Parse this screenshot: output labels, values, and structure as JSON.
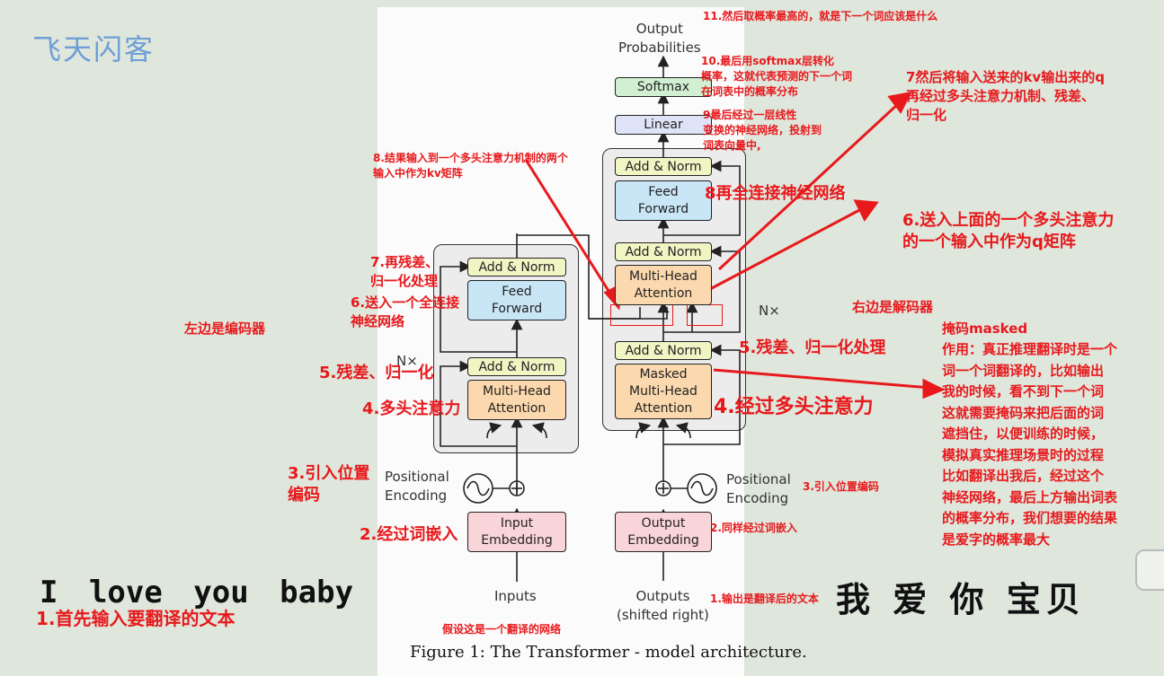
{
  "watermark": "飞天闪客",
  "diagram": {
    "caption": "Figure 1: The Transformer - model architecture.",
    "output_probabilities": "Output\nProbabilities",
    "softmax": "Softmax",
    "linear": "Linear",
    "add_norm": "Add & Norm",
    "feed_forward": "Feed\nForward",
    "multi_head_attention": "Multi-Head\nAttention",
    "masked_multi_head_attention": "Masked\nMulti-Head\nAttention",
    "nx": "N×",
    "positional_encoding": "Positional\nEncoding",
    "input_embedding": "Input\nEmbedding",
    "output_embedding": "Output\nEmbedding",
    "inputs": "Inputs",
    "outputs": "Outputs\n(shifted right)"
  },
  "sentences": {
    "english": "I love you baby",
    "chinese": "我 爱 你 宝贝"
  },
  "annotations": {
    "a11": "11.然后取概率最高的，就是下一个词应该是什么",
    "a10": "10.最后用softmax层转化\n概率，这就代表预测的下一个词\n在词表中的概率分布",
    "a9": "9最后经过一层线性\n变换的神经网络，投射到\n词表向量中,",
    "a7_right": "7然后将输入送来的kv输出来的q\n再经过多头注意力机制、残差、\n归一化",
    "a8_kv": "8.结果输入到一个多头注意力机制的两个\n输入中作为kv矩阵",
    "a8_ff": "8再全连接神经网络",
    "a6_q": "6.送入上面的一个多头注意力\n的一个输入中作为q矩阵",
    "a7_left": "7.再残差、\n归一化处理",
    "a6_left": "6.送入一个全连接\n神经网络",
    "encoder_label": "左边是编码器",
    "decoder_label": "右边是解码器",
    "a5_right": "5.残差、归一化处理",
    "a5_left": "5.残差、归一化",
    "a4_left": "4.多头注意力",
    "a4_right": "4.经过多头注意力",
    "masked_title": "掩码masked",
    "masked_body": "作用：真正推理翻译时是一个\n词一个词翻译的，比如输出\n我的时候，看不到下一个词\n这就需要掩码来把后面的词\n遮挡住，以便训练的时候，\n模拟真实推理场景时的过程\n比如翻译出我后，经过这个\n神经网络，最后上方输出词表\n的概率分布，我们想要的结果\n是爱字的概率最大",
    "a3_left": "3.引入位置\n编码",
    "a3_right": "3.引入位置编码",
    "a2_left": "2.经过词嵌入",
    "a2_right": "2.同样经过词嵌入",
    "a1_right": "1.输出是翻译后的文本",
    "a1_left": "1.首先输入要翻译的文本",
    "assume": "假设这是一个翻译的网络"
  },
  "colors": {
    "annotation_red": "#e8191c",
    "add_norm": "#f1f5c4",
    "feed_forward": "#c8e6f6",
    "attention": "#fbd8ad",
    "embedding": "#f9d4d8",
    "linear": "#dfe3f7",
    "softmax": "#d1efd1"
  }
}
